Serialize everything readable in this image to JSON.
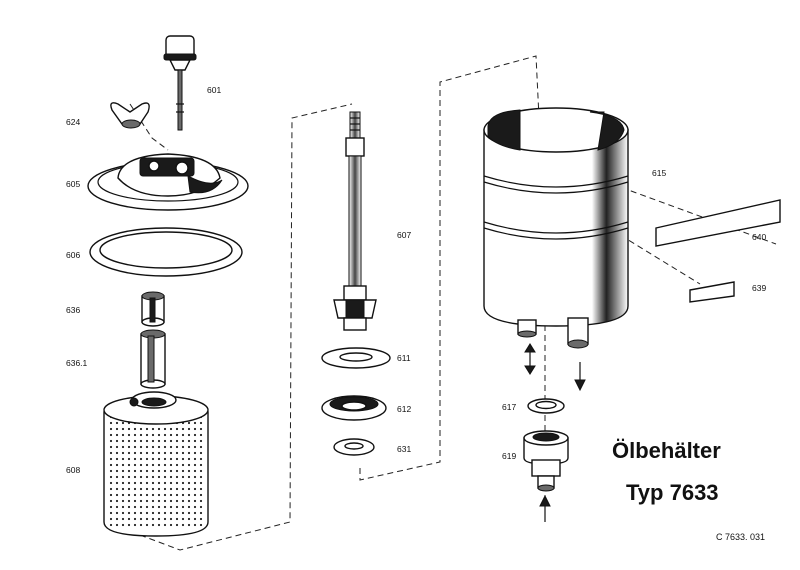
{
  "title": {
    "line1": "Ölbehälter",
    "line2": "Typ 7633"
  },
  "drawing_code": "C 7633. 031",
  "part_labels": {
    "p601": "601",
    "p624": "624",
    "p605": "605",
    "p606": "606",
    "p636": "636",
    "p636_1": "636.1",
    "p608": "608",
    "p607": "607",
    "p611": "611",
    "p612": "612",
    "p631": "631",
    "p615": "615",
    "p640": "640",
    "p639": "639",
    "p617": "617",
    "p619": "619"
  },
  "colors": {
    "ink": "#111111",
    "paper": "#ffffff"
  }
}
